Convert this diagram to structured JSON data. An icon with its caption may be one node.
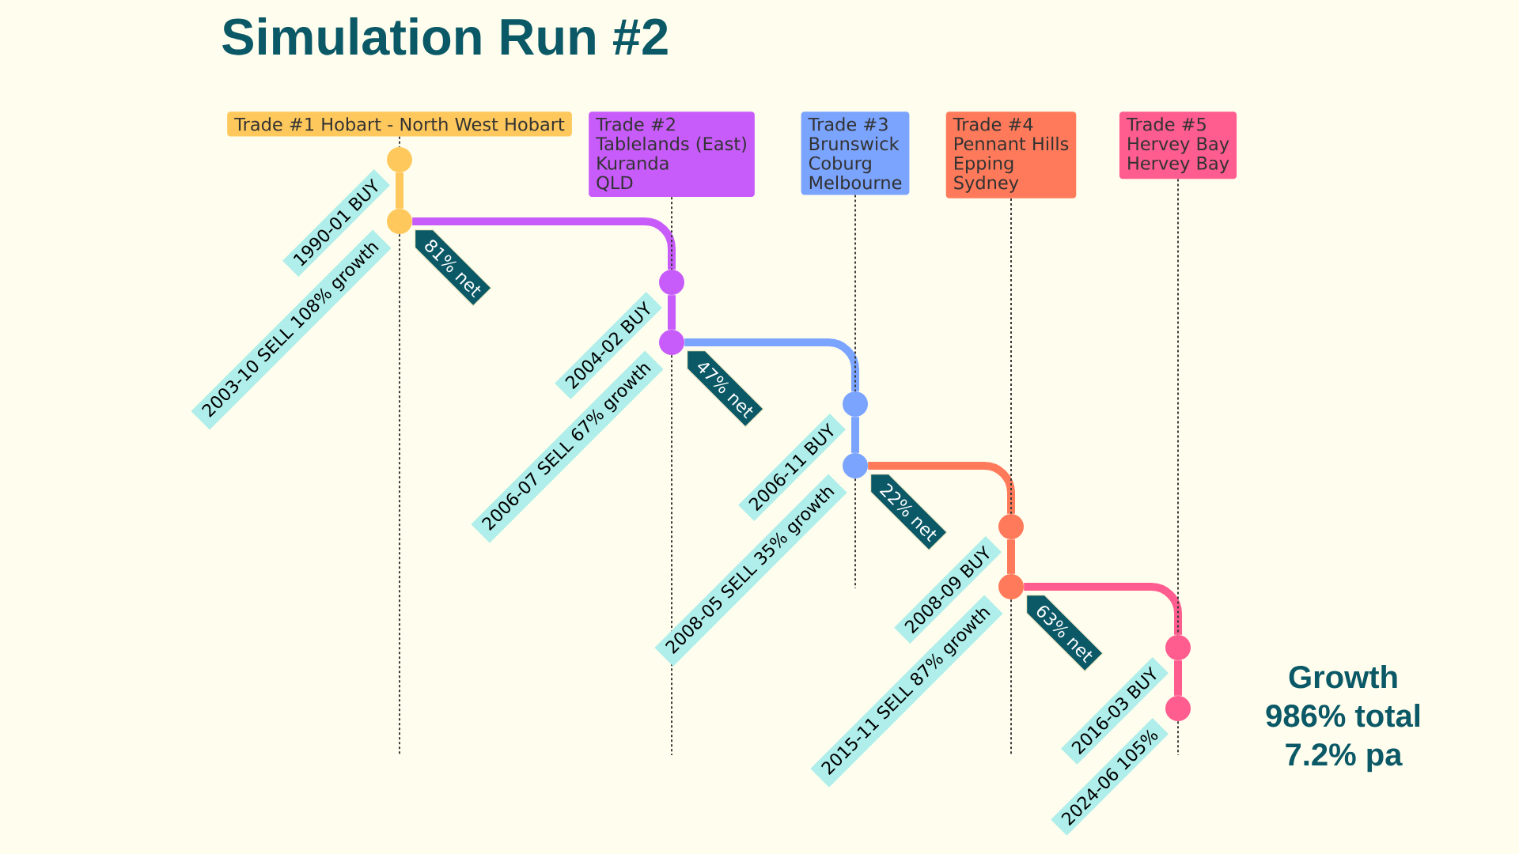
{
  "diagram": {
    "title": "Simulation Run #2",
    "nodes": [
      {
        "text": [
          "Trade #1 Hobart - North West Hobart"
        ]
      },
      {
        "text": [
          "Trade #2",
          "Tablelands (East)",
          "Kuranda",
          "QLD"
        ]
      },
      {
        "text": [
          "Trade #3",
          "Brunswick",
          "Coburg",
          "Melbourne"
        ]
      },
      {
        "text": [
          "Trade #4",
          "Pennant Hills",
          "Epping",
          "Sydney"
        ]
      },
      {
        "text": [
          "Trade #5",
          "Hervey Bay",
          "Hervey Bay"
        ]
      },
      {
        "text": [],
        "shape": "circle",
        "beside": [
          "1990-01 BUY"
        ]
      },
      {
        "text": [],
        "shape": "circle",
        "beside": [
          "2003-10 SELL 108% growth",
          "81% net"
        ]
      },
      {
        "text": [],
        "shape": "circle",
        "beside": [
          "2004-02 BUY"
        ]
      },
      {
        "text": [],
        "shape": "circle",
        "beside": [
          "2006-07 SELL 67% growth",
          "47% net"
        ]
      },
      {
        "text": [],
        "shape": "circle",
        "beside": [
          "2006-11 BUY"
        ]
      },
      {
        "text": [],
        "shape": "circle",
        "beside": [
          "2008-05 SELL 35% growth",
          "22% net"
        ]
      },
      {
        "text": [],
        "shape": "circle",
        "beside": [
          "2008-09 BUY"
        ]
      },
      {
        "text": [],
        "shape": "circle",
        "beside": [
          "2015-11 SELL 87% growth",
          "63% net"
        ]
      },
      {
        "text": [],
        "shape": "circle",
        "beside": [
          "2016-03 BUY"
        ]
      },
      {
        "text": [],
        "shape": "circle",
        "beside": [
          "2024-06 105%"
        ]
      }
    ],
    "edges": [
      {
        "from": 0,
        "to": 5,
        "arrow": "none",
        "style": "dashed"
      },
      {
        "from": 5,
        "to": 6,
        "arrow": "none",
        "style": "thick",
        "color": "#ffc85c"
      },
      {
        "from": 6,
        "to": null,
        "arrow": "none",
        "style": "dashed"
      },
      {
        "from": 6,
        "to": 7,
        "arrow": "none",
        "style": "thick",
        "color": "#c85cfa"
      },
      {
        "from": 1,
        "to": 7,
        "arrow": "none",
        "style": "dashed"
      },
      {
        "from": 7,
        "to": 8,
        "arrow": "none",
        "style": "thick",
        "color": "#c85cfa"
      },
      {
        "from": 8,
        "to": null,
        "arrow": "none",
        "style": "dashed"
      },
      {
        "from": 8,
        "to": 9,
        "arrow": "none",
        "style": "thick",
        "color": "#7ba4ff"
      },
      {
        "from": 2,
        "to": 9,
        "arrow": "none",
        "style": "dashed"
      },
      {
        "from": 9,
        "to": 10,
        "arrow": "none",
        "style": "thick",
        "color": "#7ba4ff"
      },
      {
        "from": 10,
        "to": null,
        "arrow": "none",
        "style": "dashed"
      },
      {
        "from": 10,
        "to": 11,
        "arrow": "none",
        "style": "thick",
        "color": "#ff7a5a"
      },
      {
        "from": 3,
        "to": 11,
        "arrow": "none",
        "style": "dashed"
      },
      {
        "from": 11,
        "to": 12,
        "arrow": "none",
        "style": "thick",
        "color": "#ff7a5a"
      },
      {
        "from": 12,
        "to": null,
        "arrow": "none",
        "style": "dashed"
      },
      {
        "from": 12,
        "to": 13,
        "arrow": "none",
        "style": "thick",
        "color": "#ff5c8f"
      },
      {
        "from": 4,
        "to": 13,
        "arrow": "none",
        "style": "dashed"
      },
      {
        "from": 13,
        "to": 14,
        "arrow": "none",
        "style": "thick",
        "color": "#ff5c8f"
      },
      {
        "from": 14,
        "to": null,
        "arrow": "none",
        "style": "dashed"
      }
    ],
    "labels": [
      "Growth",
      "986% total",
      "7.2% pa"
    ]
  }
}
